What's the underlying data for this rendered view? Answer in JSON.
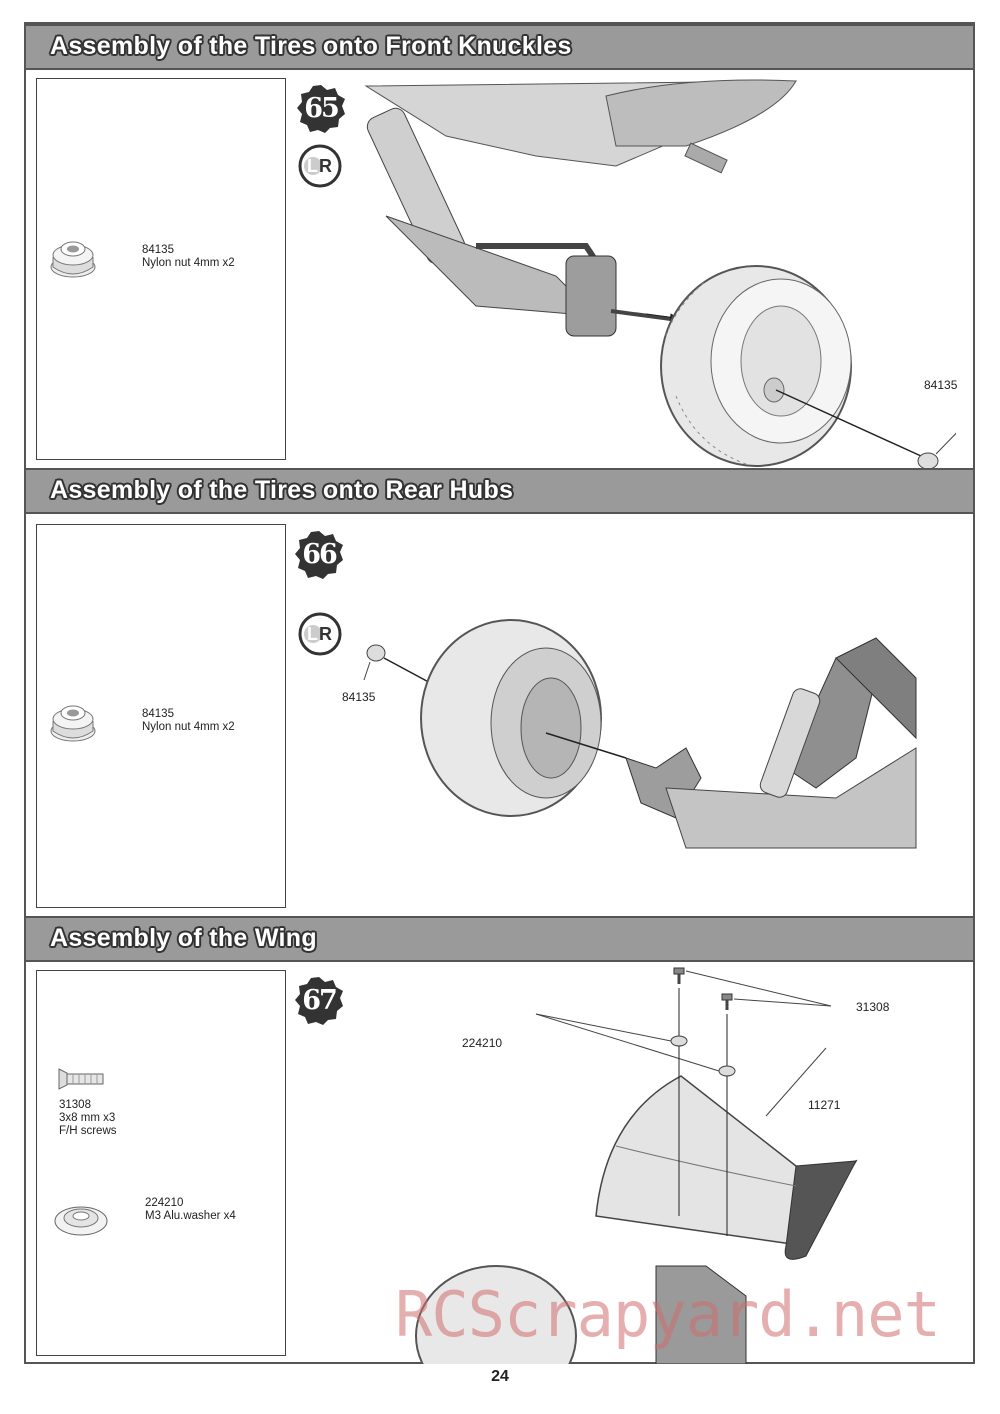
{
  "sections": [
    {
      "title": "Assembly of the Tires onto Front Knuckles",
      "step": "65",
      "side_badge": {
        "left": "L",
        "right": "R"
      },
      "parts": [
        {
          "code": "84135",
          "desc": "Nylon nut 4mm x2"
        }
      ],
      "callouts": [
        "84135"
      ]
    },
    {
      "title": "Assembly of the Tires onto Rear Hubs",
      "step": "66",
      "side_badge": {
        "left": "L",
        "right": "R"
      },
      "parts": [
        {
          "code": "84135",
          "desc": "Nylon nut 4mm x2"
        }
      ],
      "callouts": [
        "84135"
      ]
    },
    {
      "title": "Assembly of the Wing",
      "step": "67",
      "parts": [
        {
          "code": "31308",
          "desc": "3x8 mm x3\nF/H screws"
        },
        {
          "code": "224210",
          "desc": "M3 Alu.washer x4"
        }
      ],
      "callouts": [
        "31308",
        "224210",
        "11271"
      ]
    }
  ],
  "page_number": "24",
  "watermark": "RCScrapyard.net",
  "icons": [
    "nylon-nut-icon",
    "flat-head-screw-icon",
    "washer-icon"
  ]
}
